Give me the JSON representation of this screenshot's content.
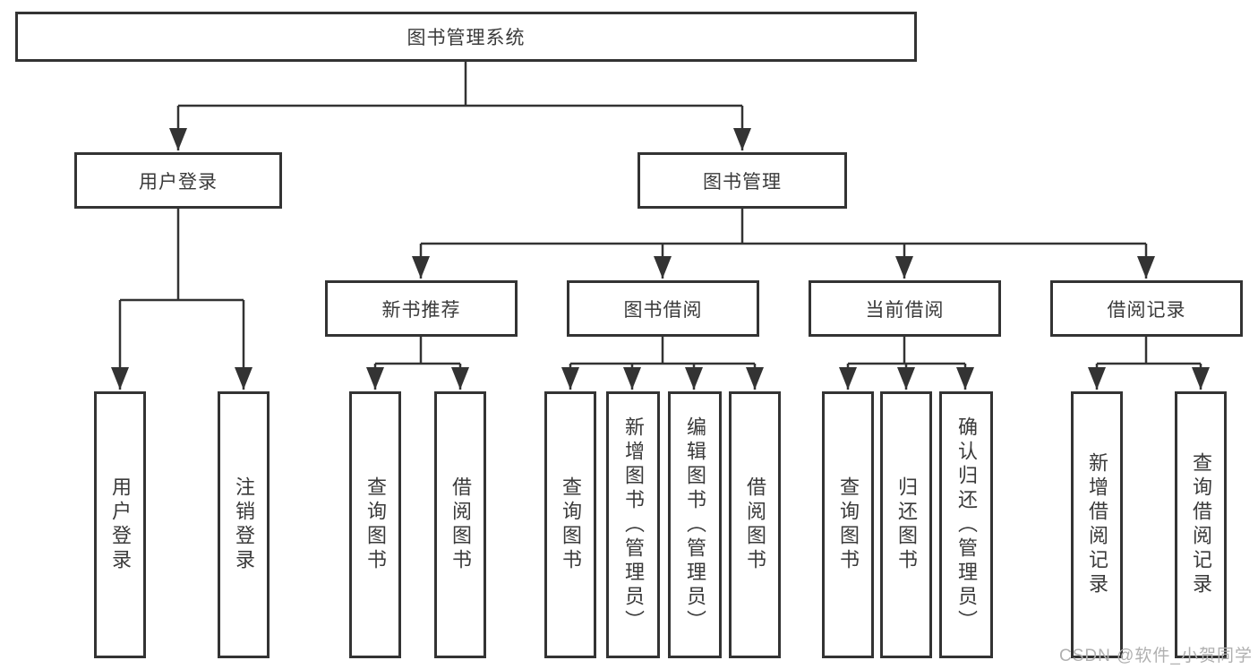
{
  "diagram": {
    "type": "hierarchy-tree",
    "tree": {
      "root": {
        "label": "图书管理系统",
        "children": [
          {
            "label": "用户登录",
            "children": [
              {
                "label": "用户登录"
              },
              {
                "label": "注销登录"
              }
            ]
          },
          {
            "label": "图书管理",
            "children": [
              {
                "label": "新书推荐",
                "children": [
                  {
                    "label": "查询图书"
                  },
                  {
                    "label": "借阅图书"
                  }
                ]
              },
              {
                "label": "图书借阅",
                "children": [
                  {
                    "label": "查询图书"
                  },
                  {
                    "label": "新增图书（管理员）"
                  },
                  {
                    "label": "编辑图书（管理员）"
                  },
                  {
                    "label": "借阅图书"
                  }
                ]
              },
              {
                "label": "当前借阅",
                "children": [
                  {
                    "label": "查询图书"
                  },
                  {
                    "label": "归还图书"
                  },
                  {
                    "label": "确认归还（管理员）"
                  }
                ]
              },
              {
                "label": "借阅记录",
                "children": [
                  {
                    "label": "新增借阅记录"
                  },
                  {
                    "label": "查询借阅记录"
                  }
                ]
              }
            ]
          }
        ]
      }
    },
    "colors": {
      "line": "#333333",
      "box_border": "#333333",
      "box_fill": "#ffffff",
      "text": "#3a3a3a",
      "watermark": "#b0b0b0"
    }
  },
  "watermark": {
    "text": "CSDN @软件_小贺同学"
  }
}
